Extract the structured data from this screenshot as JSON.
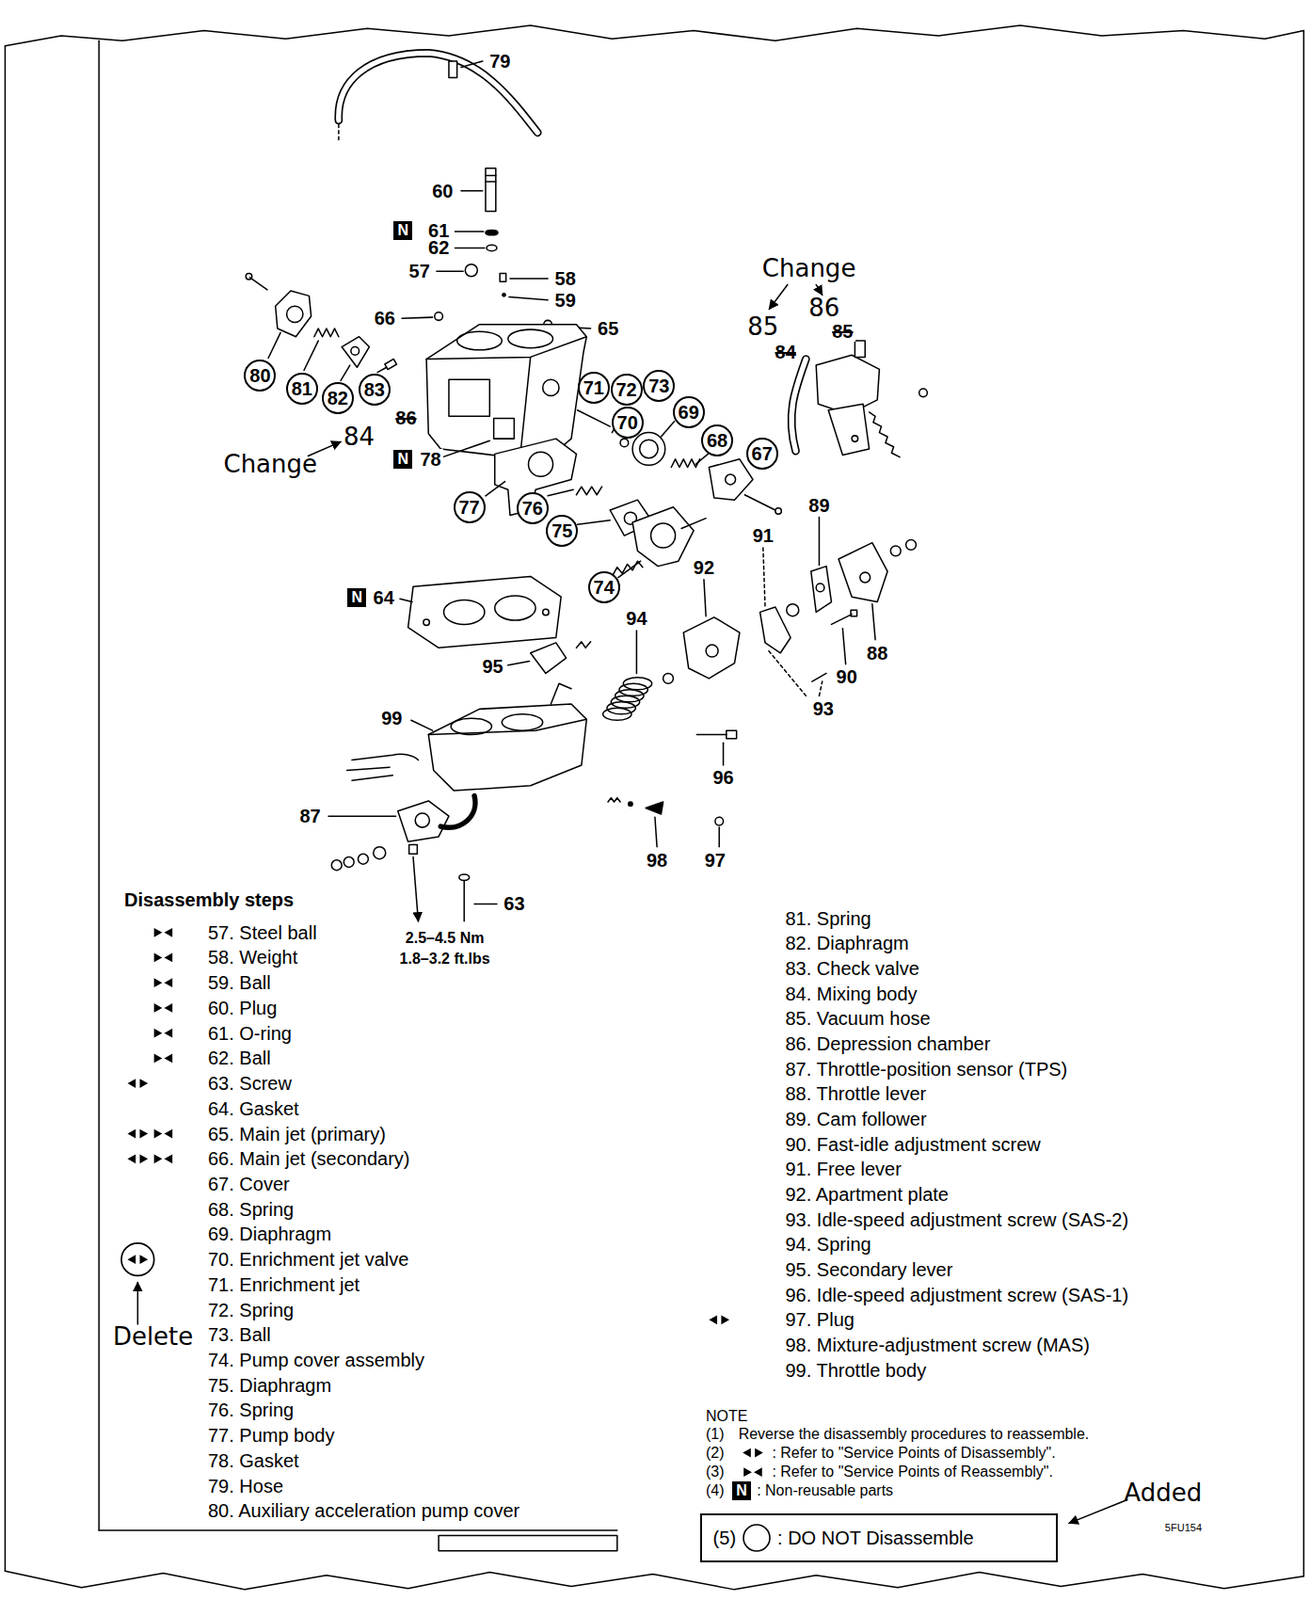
{
  "diagram": {
    "nodes": [
      {
        "text": [
          "N"
        ]
      },
      {
        "text": [
          "80"
        ]
      },
      {
        "text": [
          "81"
        ]
      },
      {
        "text": [
          "82"
        ]
      },
      {
        "text": [
          "83"
        ]
      },
      {
        "text": [
          "71"
        ]
      },
      {
        "text": [
          "72"
        ]
      },
      {
        "text": [
          "73"
        ]
      },
      {
        "text": [
          "70"
        ]
      },
      {
        "text": [
          "69"
        ]
      },
      {
        "text": [
          "68"
        ]
      },
      {
        "text": [
          "67"
        ]
      },
      {
        "text": [
          "N"
        ]
      },
      {
        "text": [
          "77"
        ]
      },
      {
        "text": [
          "76"
        ]
      },
      {
        "text": [
          "75"
        ]
      },
      {
        "text": [
          "74"
        ]
      },
      {
        "text": [
          "N"
        ]
      },
      {
        "text": [
          "N"
        ]
      },
      {
        "text": [
          "(5)",
          ": DO NOT Disassemble"
        ]
      }
    ],
    "labels": [
      "79",
      "60",
      "61",
      "62",
      "57",
      "58",
      "59",
      "66",
      "65",
      "86",
      "84",
      "Change",
      "78",
      "Change",
      "85",
      "86",
      "84",
      "85",
      "89",
      "91",
      "92",
      "94",
      "64",
      "95",
      "88",
      "90",
      "93",
      "99",
      "96",
      "87",
      "98",
      "97",
      "63",
      "2.5–4.5 Nm",
      "1.8–3.2 ft.lbs",
      "Disassembly steps",
      "57. Steel ball",
      "58. Weight",
      "59. Ball",
      "60. Plug",
      "61. O-ring",
      "62. Ball",
      "63. Screw",
      "64. Gasket",
      "65. Main jet (primary)",
      "66. Main jet (secondary)",
      "67. Cover",
      "68. Spring",
      "69. Diaphragm",
      "70. Enrichment jet valve",
      "71. Enrichment jet",
      "72. Spring",
      "73. Ball",
      "74. Pump cover assembly",
      "75. Diaphragm",
      "76. Spring",
      "77. Pump body",
      "78. Gasket",
      "79. Hose",
      "80. Auxiliary acceleration pump cover",
      "Delete",
      "81. Spring",
      "82. Diaphragm",
      "83. Check valve",
      "84. Mixing body",
      "85. Vacuum hose",
      "86. Depression chamber",
      "87. Throttle-position sensor (TPS)",
      "88. Throttle lever",
      "89. Cam follower",
      "90. Fast-idle adjustment screw",
      "91. Free lever",
      "92. Apartment plate",
      "93. Idle-speed adjustment screw (SAS-2)",
      "94. Spring",
      "95. Secondary lever",
      "96. Idle-speed adjustment screw (SAS-1)",
      "97. Plug",
      "98. Mixture-adjustment screw (MAS)",
      "99. Throttle body",
      "NOTE",
      "(1)",
      "Reverse the disassembly procedures to reassemble.",
      "(2)",
      ": Refer to \"Service Points of Disassembly\".",
      "(3)",
      ": Refer to \"Service Points of Reassembly\".",
      "(4)",
      ": Non-reusable parts",
      "Added",
      "5FU154"
    ]
  }
}
